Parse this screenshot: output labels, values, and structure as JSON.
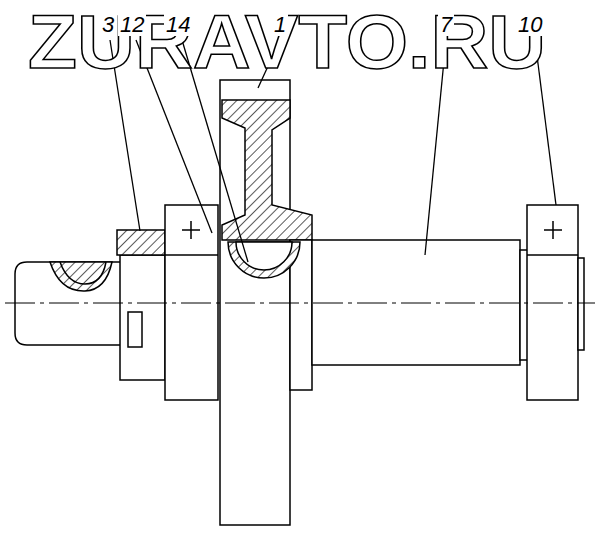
{
  "diagram": {
    "labels": [
      "ZURAVTO.RU",
      "3",
      "12",
      "14",
      "1",
      "7",
      "10"
    ]
  }
}
